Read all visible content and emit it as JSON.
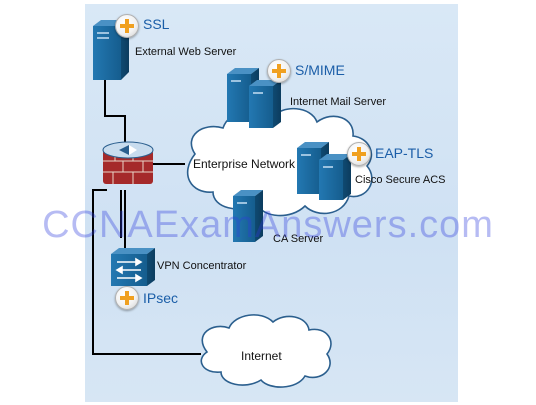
{
  "devices": {
    "web_server": "External Web Server",
    "mail_server": "Internet Mail Server",
    "acs": "Cisco Secure ACS",
    "ca_server": "CA Server",
    "vpn": "VPN Concentrator"
  },
  "protocols": {
    "ssl": "SSL",
    "smime": "S/MIME",
    "eaptls": "EAP-TLS",
    "ipsec": "IPsec"
  },
  "clouds": {
    "enterprise": "Enterprise Network",
    "internet": "Internet"
  },
  "watermark": "CCNAExamAnswers.com",
  "colors": {
    "background": "#d9e8f6",
    "server": "#1a6aa0",
    "protocol_text": "#1b5ea8",
    "plus_icon": "#f0a020",
    "watermark": "#2d3cdc"
  }
}
